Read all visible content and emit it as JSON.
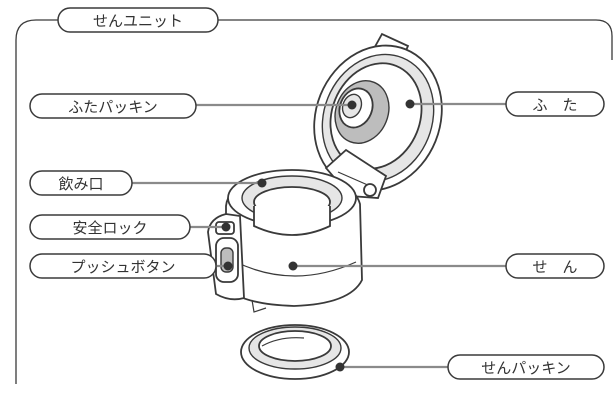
{
  "title": "せんユニット",
  "labels": {
    "futa_packing": "ふたパッキン",
    "futa": "ふ　た",
    "nomikuchi": "飲み口",
    "anzen_lock": "安全ロック",
    "push_button": "プッシュボタン",
    "sen": "せ　ん",
    "sen_packing": "せんパッキン"
  },
  "colors": {
    "line": "#3a3a3a",
    "leader": "#8a8a8a",
    "shade": "#bdbdbd"
  }
}
